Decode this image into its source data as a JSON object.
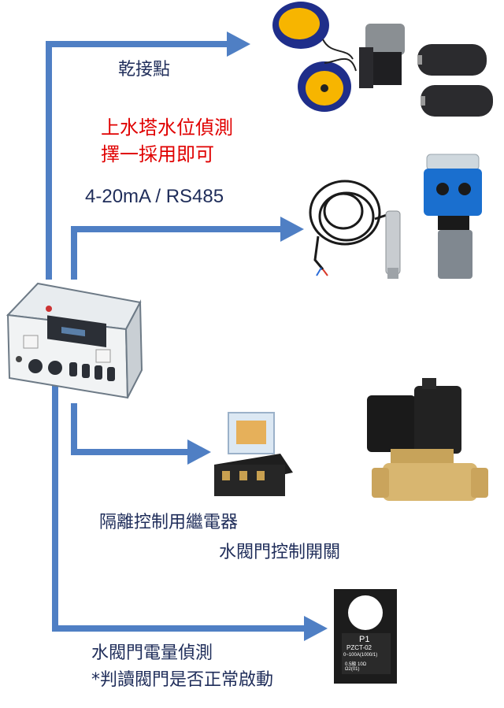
{
  "labels": {
    "dry_contact": "乾接點",
    "water_tower_line1": "上水塔水位偵測",
    "water_tower_line2": "擇一採用即可",
    "signal_type": "4-20mA / RS485",
    "relay": "隔離控制用繼電器",
    "valve_switch": "水閥門控制開關",
    "current_line1": "水閥門電量偵測",
    "current_line2": "*判讀閥門是否正常啟動"
  },
  "ct_sensor": {
    "tag": "P1",
    "model": "PZCT-02",
    "spec1": "0~100A(1000/1)",
    "spec2": "0.5級    10Ω",
    "spec3": "Ω2(01)"
  },
  "colors": {
    "arrow": "#4f7fc4",
    "label_text": "#1f2d5a",
    "highlight_text": "#e00000"
  }
}
